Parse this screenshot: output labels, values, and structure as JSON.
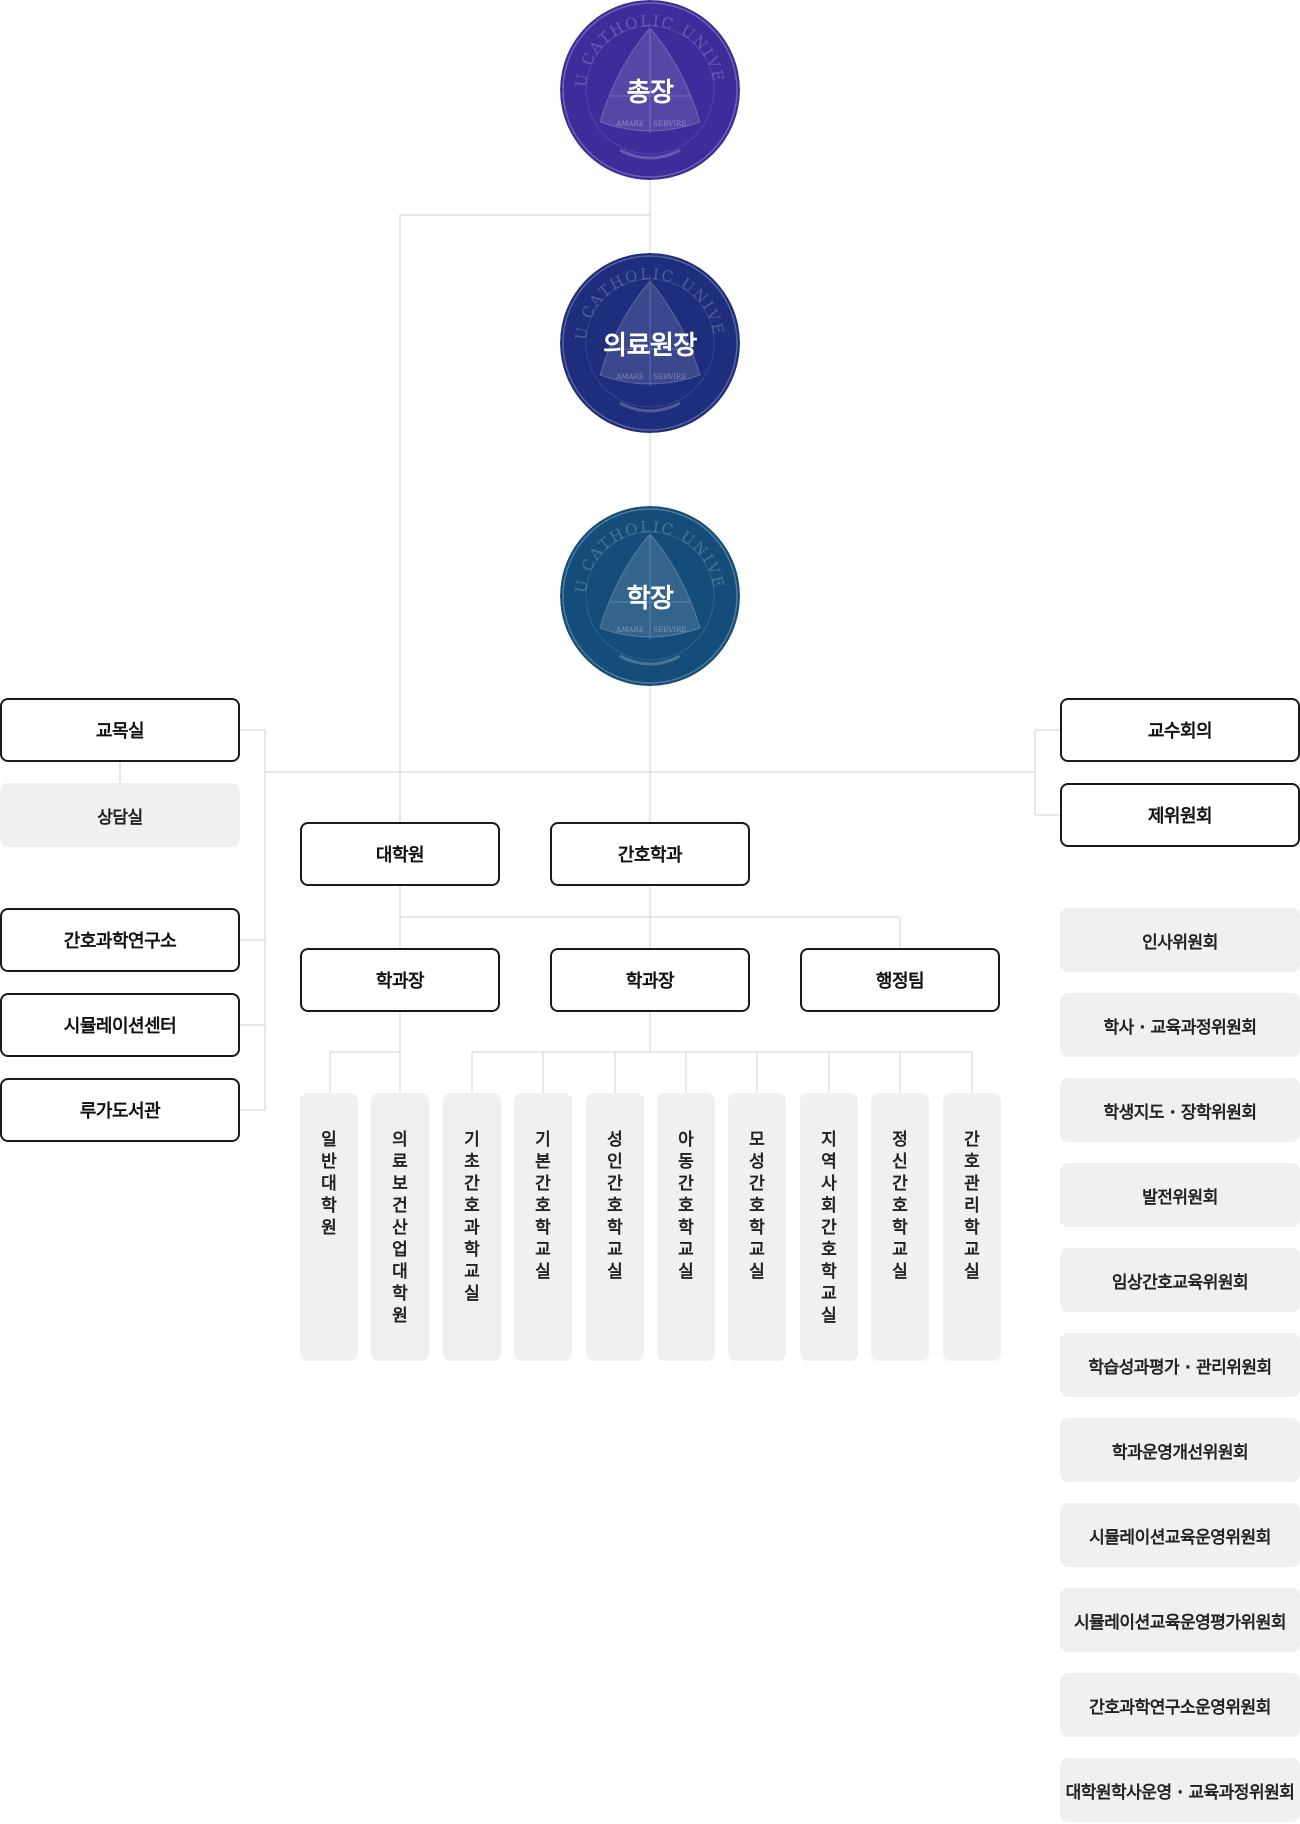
{
  "top_nodes": {
    "president": "총장",
    "medical_director": "의료원장",
    "dean": "학장"
  },
  "emblem": {
    "ring_text": "DAEGU CATHOLIC UNIVERSITY",
    "motto_left": "AMARE",
    "motto_right": "SERVIRE",
    "colors": {
      "president": "#3d2c9a",
      "medical_director": "#1e2d7c",
      "dean": "#154d7a"
    }
  },
  "left_column": {
    "chaplain_office": "교목실",
    "counseling_office": "상담실",
    "nursing_science_institute": "간호과학연구소",
    "simulation_center": "시뮬레이션센터",
    "luke_library": "루가도서관"
  },
  "right_column": {
    "faculty_meeting": "교수회의",
    "committees": "제위원회",
    "committee_list": [
      "인사위원회",
      "학사 · 교육과정위원회",
      "학생지도 · 장학위원회",
      "발전위원회",
      "임상간호교육위원회",
      "학습성과평가 · 관리위원회",
      "학과운영개선위원회",
      "시뮬레이션교육운영위원회",
      "시뮬레이션교육운영평가위원회",
      "간호과학연구소운영위원회",
      "대학원학사운영 · 교육과정위원회"
    ]
  },
  "center": {
    "graduate_school": "대학원",
    "nursing_department": "간호학과",
    "dept_head_graduate": "학과장",
    "dept_head_nursing": "학과장",
    "admin_team": "행정팀"
  },
  "sub_units": [
    "일반대학원",
    "의료보건산업대학원",
    "기초간호과학교실",
    "기본간호학교실",
    "성인간호학교실",
    "아동간호학교실",
    "모성간호학교실",
    "지역사회간호학교실",
    "정신간호학교실",
    "간호관리학교실"
  ]
}
